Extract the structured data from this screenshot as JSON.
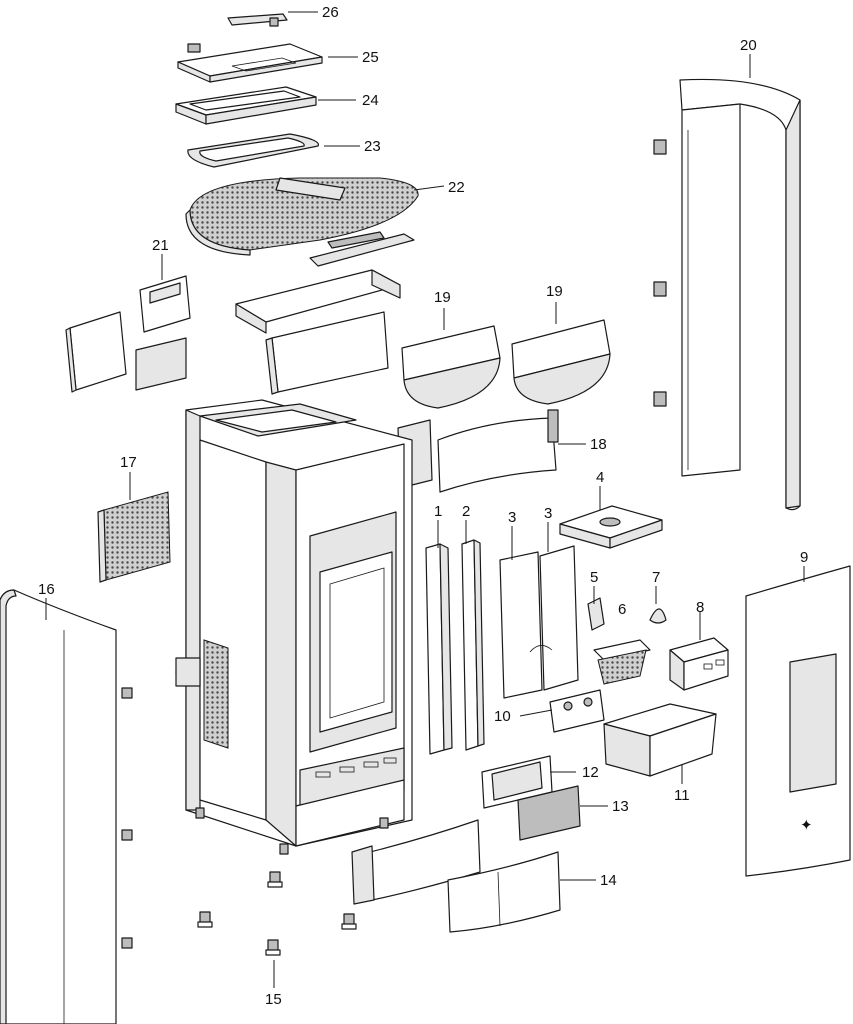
{
  "callouts": {
    "p1": "1",
    "p2": "2",
    "p3a": "3",
    "p3b": "3",
    "p4": "4",
    "p5": "5",
    "p6": "6",
    "p7": "7",
    "p8": "8",
    "p9": "9",
    "p10": "10",
    "p11": "11",
    "p12": "12",
    "p13": "13",
    "p14": "14",
    "p15": "15",
    "p16": "16",
    "p17": "17",
    "p18": "18",
    "p19a": "19",
    "p19b": "19",
    "p20": "20",
    "p21": "21",
    "p22": "22",
    "p23": "23",
    "p24": "24",
    "p25": "25",
    "p26": "26"
  },
  "colors": {
    "line": "#1a1a1a",
    "fill": "#ffffff",
    "shade": "#e6e6e6",
    "dark": "#bdbdbd"
  }
}
